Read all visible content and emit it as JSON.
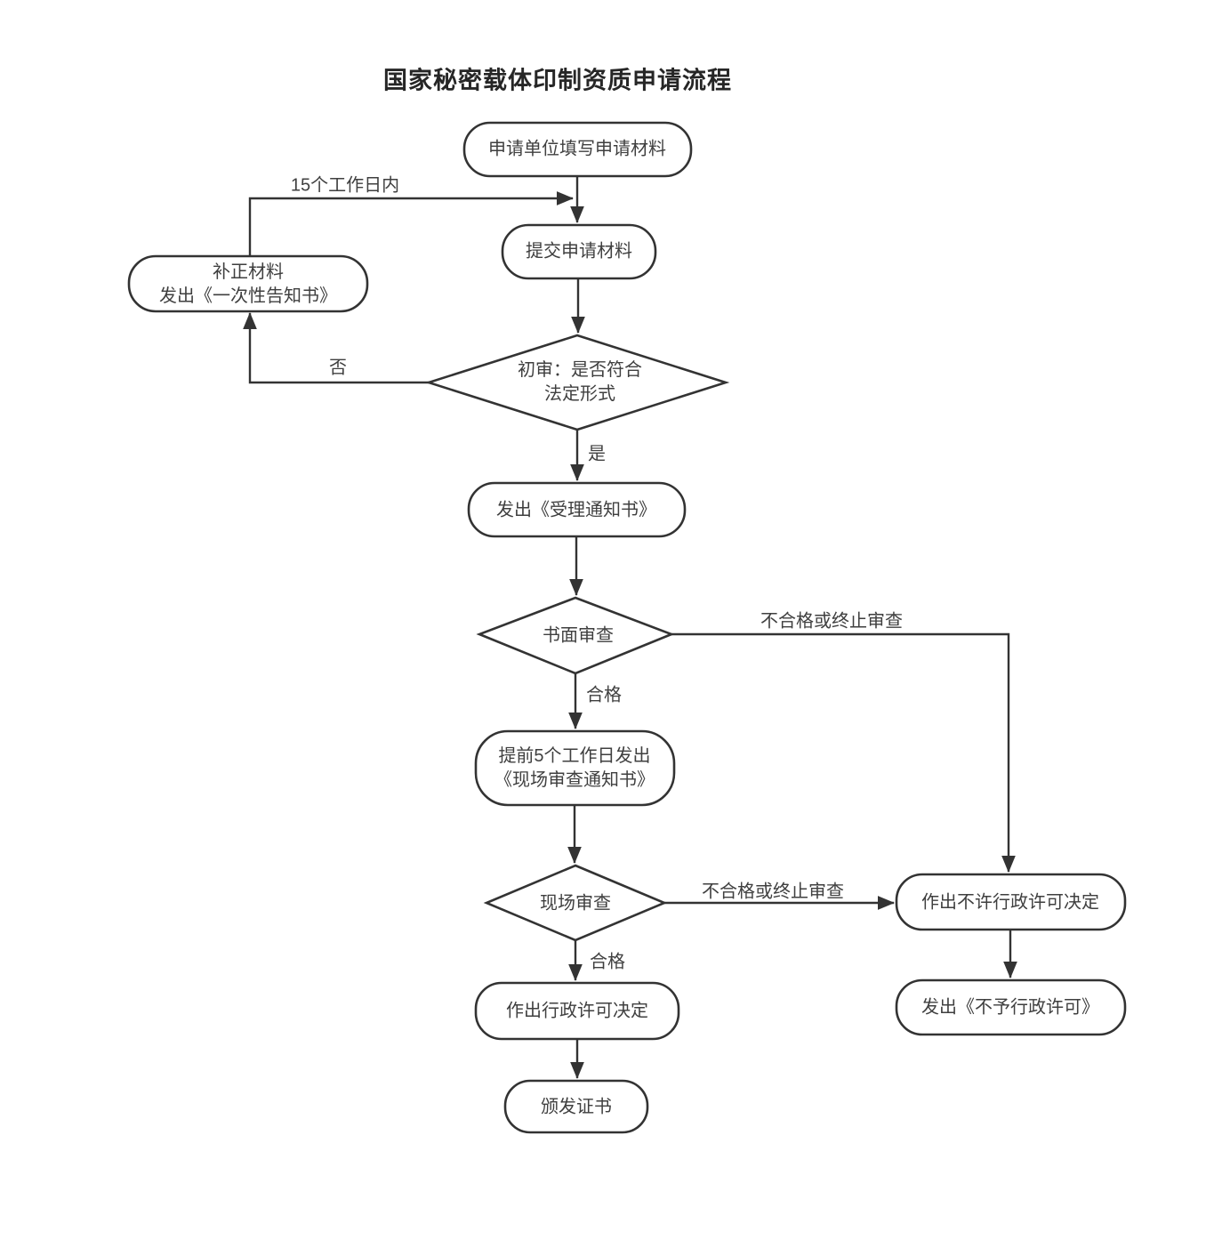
{
  "title": "国家秘密载体印制资质申请流程",
  "nodes": {
    "fill_materials": {
      "label": "申请单位填写申请材料"
    },
    "submit_materials": {
      "label": "提交申请材料"
    },
    "correction": {
      "label": "补正材料\n发出《一次性告知书》"
    },
    "initial_review": {
      "label": "初审：是否符合\n法定形式"
    },
    "acceptance_notice": {
      "label": "发出《受理通知书》"
    },
    "written_review": {
      "label": "书面审查"
    },
    "site_review_notice": {
      "label": "提前5个工作日发出\n《现场审查通知书》"
    },
    "site_review": {
      "label": "现场审查"
    },
    "deny_decision": {
      "label": "作出不许行政许可决定"
    },
    "deny_notice": {
      "label": "发出《不予行政许可》"
    },
    "approve_decision": {
      "label": "作出行政许可决定"
    },
    "issue_certificate": {
      "label": "颁发证书"
    }
  },
  "edge_labels": {
    "within_15_working_days": "15个工作日内",
    "no": "否",
    "yes": "是",
    "written_pass": "合格",
    "written_fail": "不合格或终止审查",
    "site_pass": "合格",
    "site_fail": "不合格或终止审查"
  },
  "colors": {
    "line": "#333333",
    "text": "#3f3f3f",
    "background": "#ffffff"
  }
}
